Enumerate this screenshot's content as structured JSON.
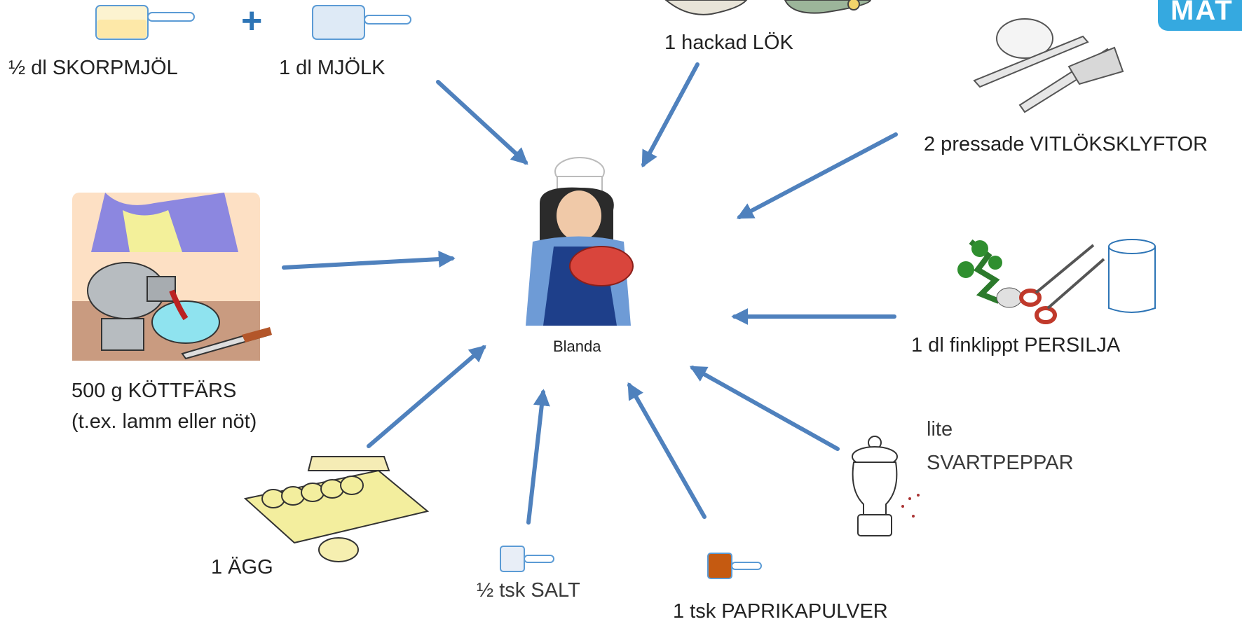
{
  "center": {
    "label": "Blanda"
  },
  "ingredients": {
    "breadcrumbs": "½ dl SKORPMJÖL",
    "milk": "1 dl MJÖLK",
    "onion": "1 hackad LÖK",
    "garlic": "2 pressade VITLÖKSKLYFTOR",
    "mince_line1": "500 g KÖTTFÄRS",
    "mince_line2": "(t.ex. lamm eller nöt)",
    "parsley": "1 dl finklippt PERSILJA",
    "pepper_line1": "lite",
    "pepper_line2": "SVARTPEPPAR",
    "egg": "1 ÄGG",
    "salt": "½ tsk SALT",
    "paprika": "1 tsk PAPRIKAPULVER"
  },
  "plus_sign": "+",
  "logo_text": "MAT",
  "colors": {
    "arrow": "#4f81bd",
    "arrow_stroke": "#3a6aa5",
    "plus": "#2e75b6",
    "logo": "#35a9e0"
  }
}
